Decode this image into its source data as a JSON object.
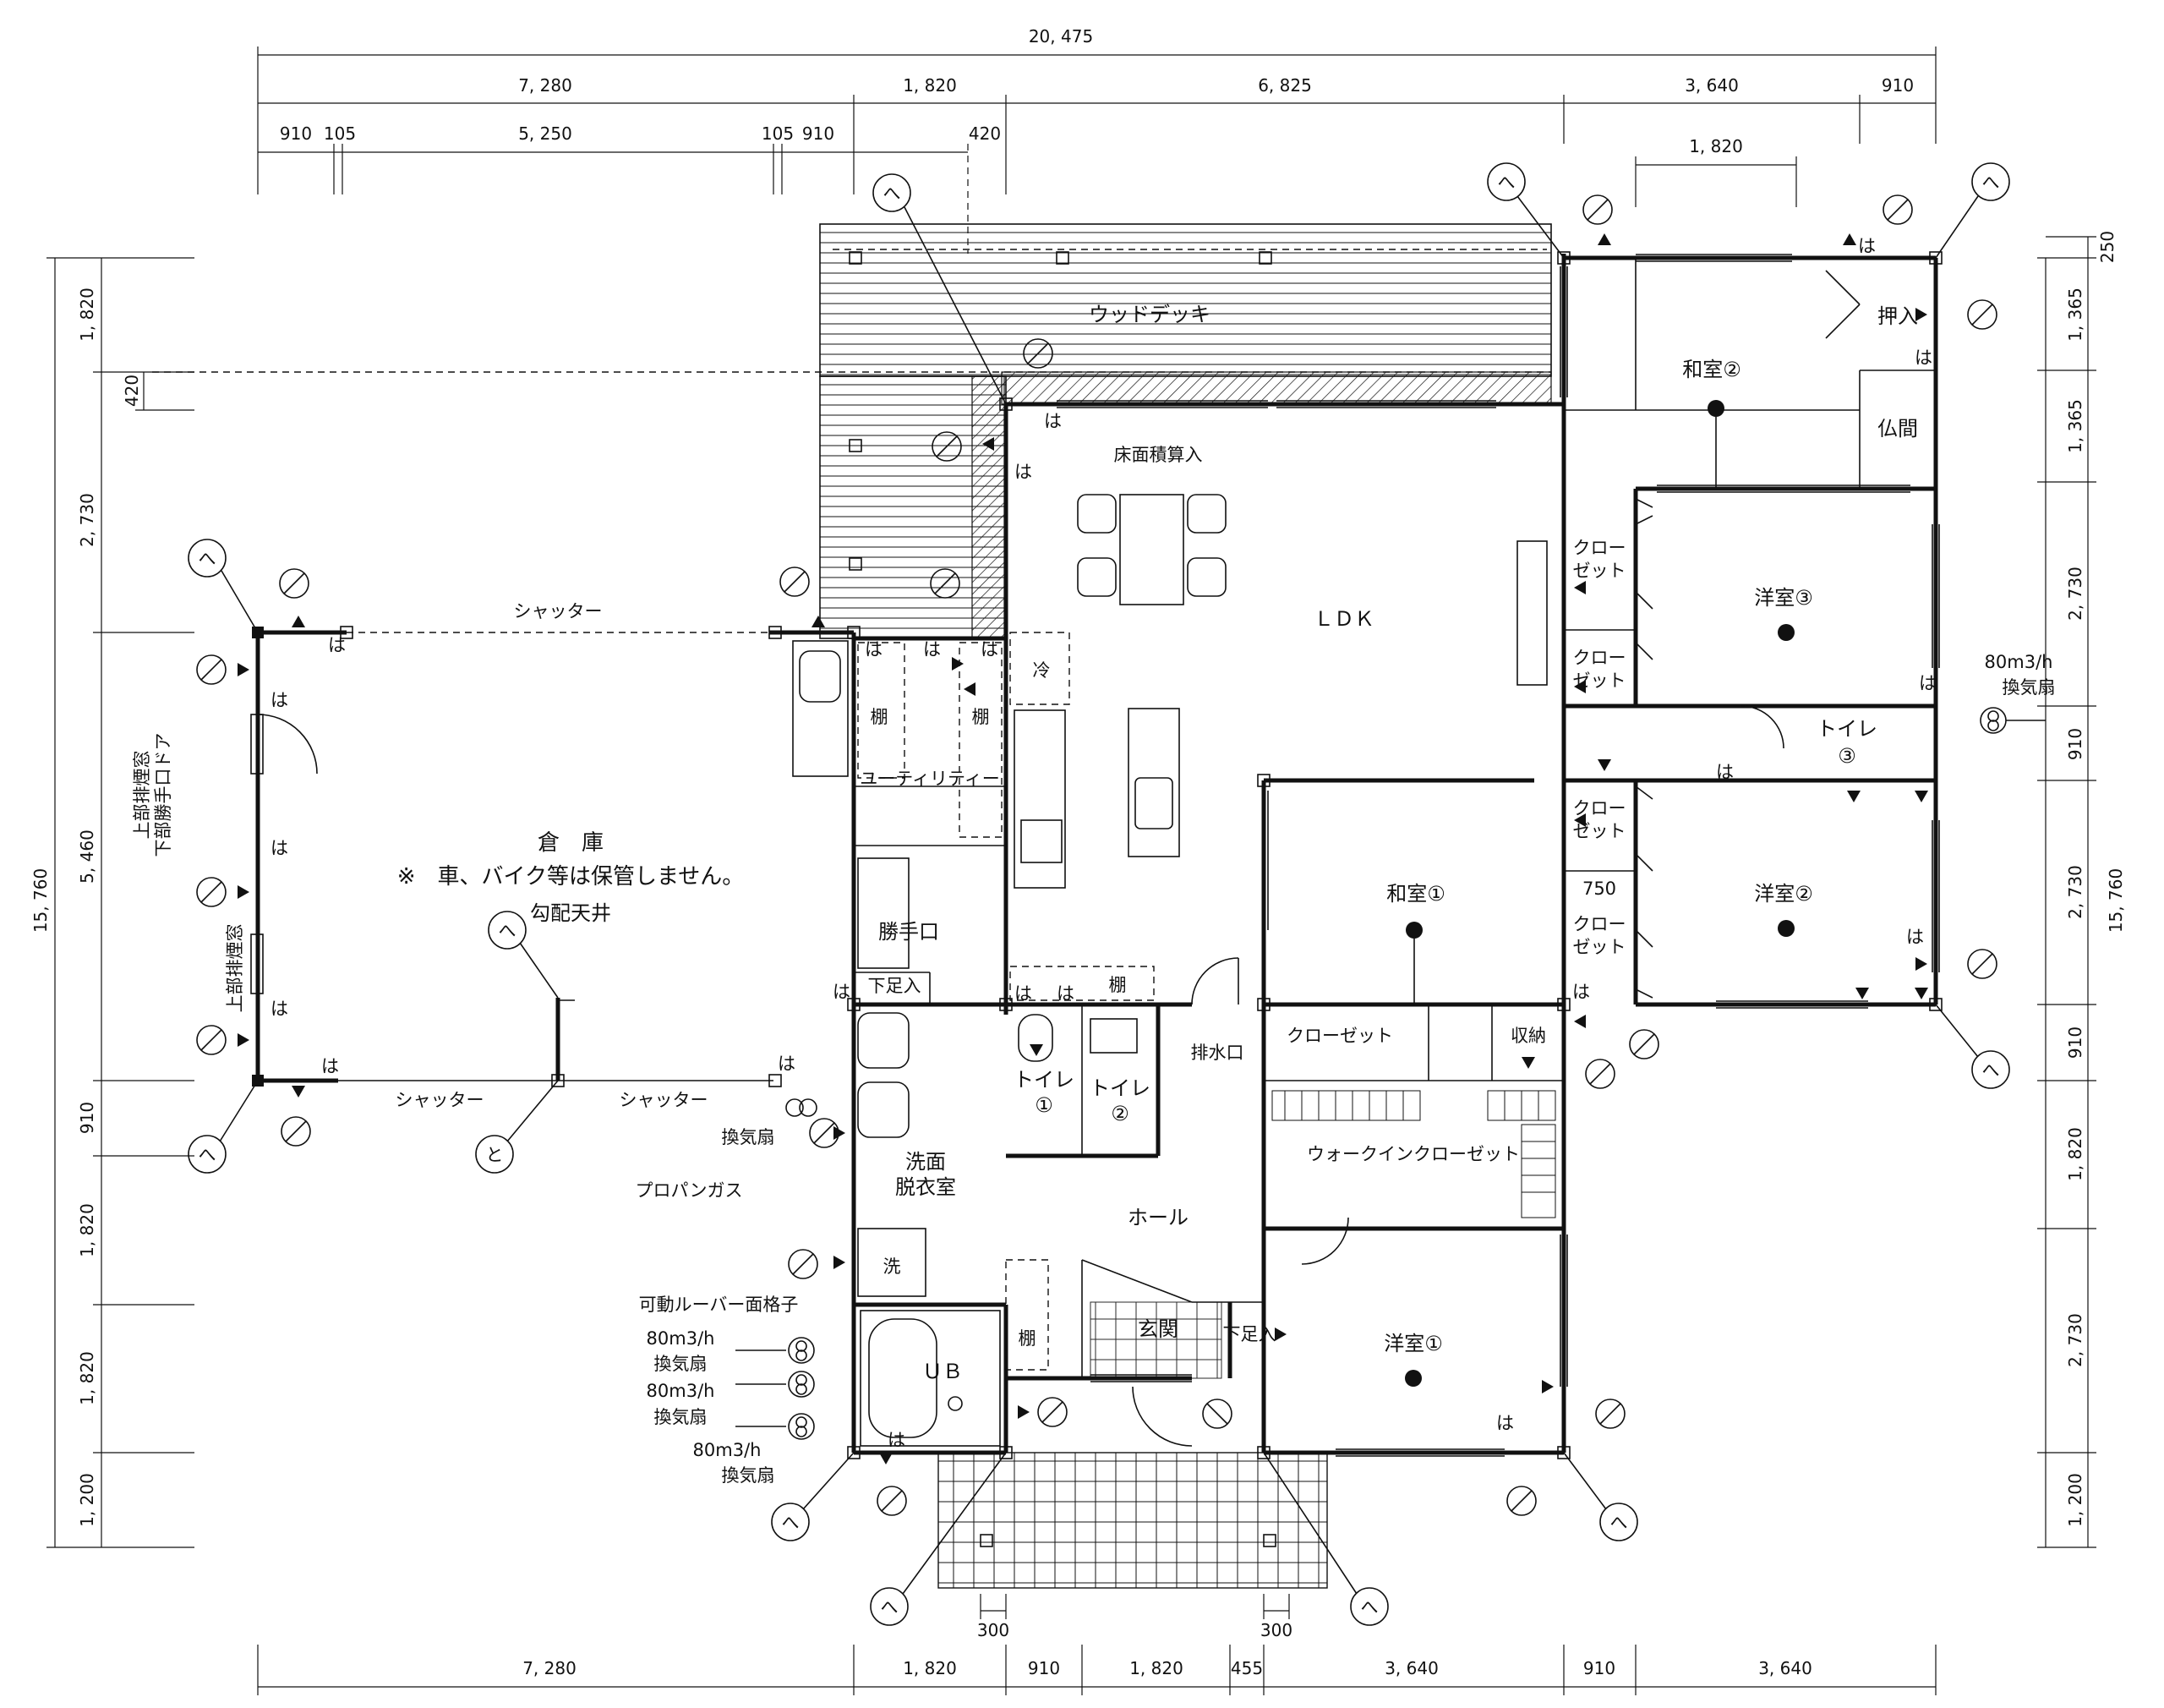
{
  "dims": {
    "top": {
      "overall": "20, 475",
      "row2": [
        "7, 280",
        "1, 820",
        "6, 825",
        "3, 640",
        "910"
      ],
      "row3": [
        "910",
        "105",
        "5, 250",
        "105",
        "910",
        "420"
      ],
      "sub": "1, 820"
    },
    "bottom": [
      "7, 280",
      "1, 820",
      "910",
      "1, 820",
      "455",
      "3, 640",
      "910",
      "3, 640"
    ],
    "bottom_small": [
      "300",
      "300"
    ],
    "left": [
      "1, 820",
      "420",
      "2, 730",
      "5, 460",
      "910",
      "1, 820",
      "1, 820",
      "1, 200"
    ],
    "left_overall": "15, 760",
    "right": [
      "250",
      "1, 365",
      "1, 365",
      "2, 730",
      "910",
      "2, 730",
      "910",
      "1, 820",
      "2, 730",
      "1, 200"
    ],
    "right_overall": "15, 760"
  },
  "rooms": {
    "wood_deck": "ウッドデッキ",
    "floor_area_note": "床面積算入",
    "ldk": "ＬＤＫ",
    "fridge": "冷",
    "utility": "ユーティリティー",
    "shelf": "棚",
    "katteguchi": "勝手口",
    "shita_ashi_iri": "下足入",
    "senmen_line1": "洗面",
    "senmen_line2": "脱衣室",
    "washer": "洗",
    "ub": "ＵＢ",
    "toilet1": "トイレ",
    "toilet1_no": "①",
    "toilet2": "トイレ",
    "toilet2_no": "②",
    "toilet3": "トイレ",
    "toilet3_no": "③",
    "hall": "ホール",
    "genkan": "玄関",
    "washitsu1": "和室①",
    "washitsu2": "和室②",
    "yoshitsu1": "洋室①",
    "yoshitsu2": "洋室②",
    "yoshitsu3": "洋室③",
    "oshiire": "押入",
    "butsuma": "仏間",
    "closet": "クローゼット",
    "closet_v1": "クロー",
    "closet_v2": "ゼット",
    "shuno": "収納",
    "wic": "ウォークインクローゼット",
    "haisuiguchi": "排水口",
    "souko_title": "倉　庫",
    "souko_note": "※　車、バイク等は保管しません。",
    "souko_ceiling": "勾配天井",
    "width_750": "750"
  },
  "labels": {
    "shutter": "シャッター",
    "kankisen": "換気扇",
    "propane": "プロパンガス",
    "louver": "可動ルーバー面格子",
    "airflow": "80m3/h",
    "airflow_right": "80m3/h",
    "kankisen_right": "換気扇",
    "window_note1": "上部排煙窓",
    "window_note2": "下部勝手口ドア",
    "window_note3": "上部排煙窓",
    "ha": "は",
    "he": "へ",
    "to": "と"
  },
  "colors": {
    "line": "#111111",
    "background": "#ffffff"
  }
}
